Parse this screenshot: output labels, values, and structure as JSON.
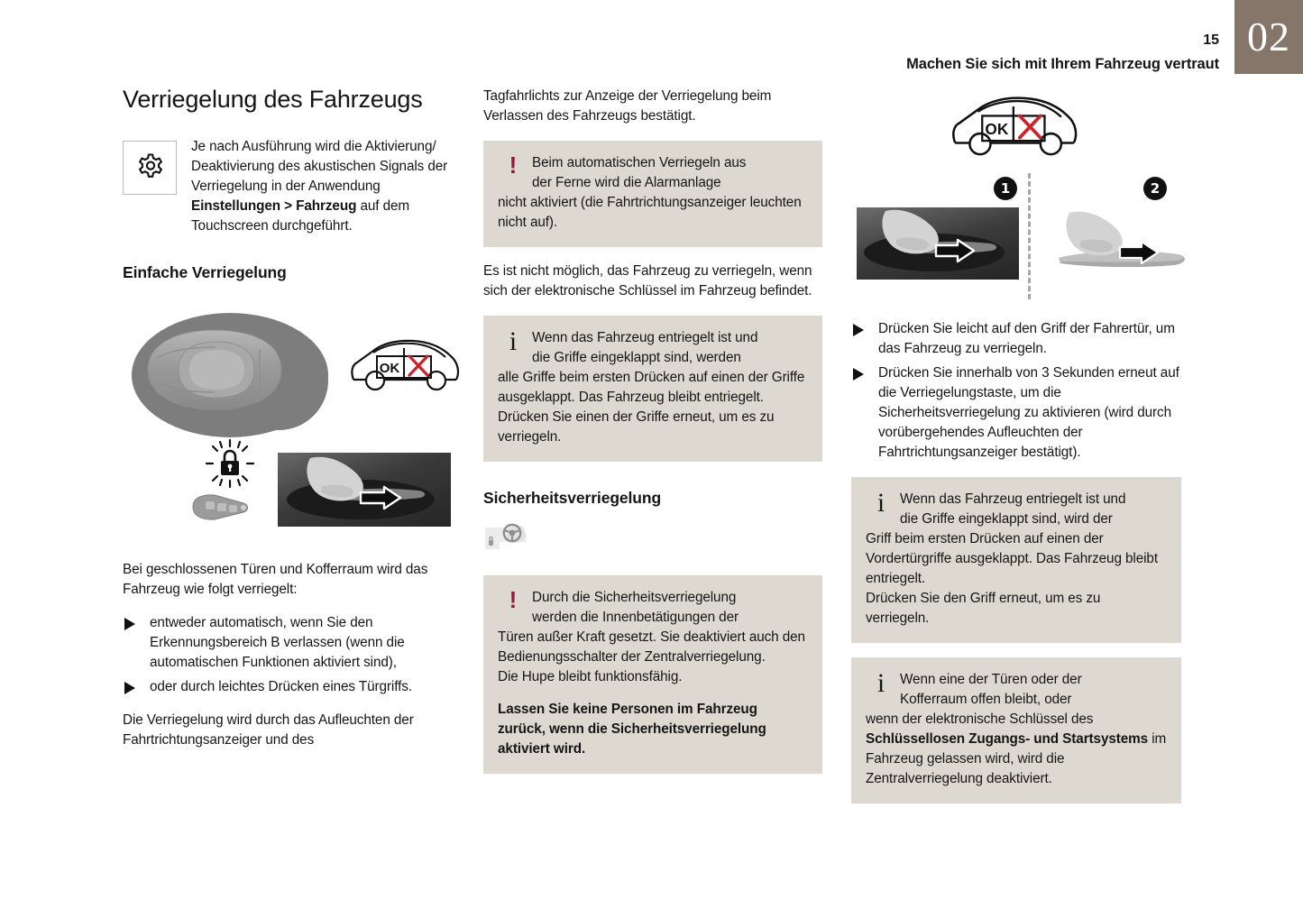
{
  "header": {
    "page_number": "15",
    "title": "Machen Sie sich mit Ihrem Fahrzeug vertraut",
    "chapter": "02",
    "chapter_color": "#857669"
  },
  "colors": {
    "callout_bg": "#ddd9d0",
    "warning_mark": "#99183c",
    "red_cross": "#cc2229"
  },
  "column1": {
    "title": "Verriegelung des Fahrzeugs",
    "settings_note": {
      "icon": "gear-icon",
      "text_before": "Je nach Ausführung wird die Aktivierung/ Deaktivierung des akustischen Signals der Verriegelung in der Anwendung ",
      "bold1": "Einstellungen > Fahrzeug",
      "text_after": " auf dem Touchscreen durchgeführt."
    },
    "subtitle": "Einfache Verriegelung",
    "figure": {
      "car_label_ok": "OK",
      "car_label_cross": "X"
    },
    "paragraph1": "Bei geschlossenen Türen und Kofferraum wird das Fahrzeug wie folgt verriegelt:",
    "bullets": [
      "entweder automatisch, wenn Sie den Erkennungsbereich B verlassen (wenn die automatischen Funktionen aktiviert sind),",
      "oder durch leichtes Drücken eines Türgriffs."
    ],
    "paragraph2": "Die Verriegelung wird durch das Aufleuchten der Fahrtrichtungsanzeiger und des"
  },
  "column2": {
    "paragraph1": "Tagfahrlichts zur Anzeige der Verriegelung beim Verlassen des Fahrzeugs bestätigt.",
    "warning1": {
      "mark": "!",
      "line1": "Beim automatischen Verriegeln aus",
      "line2": "der Ferne wird die Alarmanlage",
      "rest": "nicht aktiviert (die Fahrtrichtungsanzeiger leuchten nicht auf)."
    },
    "paragraph2": "Es ist nicht möglich, das Fahrzeug zu verriegeln, wenn sich der elektronische Schlüssel im Fahrzeug befindet.",
    "info1": {
      "mark": "i",
      "line1": "Wenn das Fahrzeug entriegelt ist und",
      "line2": "die Griffe eingeklappt sind, werden",
      "rest": "alle Griffe beim ersten Drücken auf einen der Griffe ausgeklappt. Das Fahrzeug bleibt entriegelt.",
      "rest2": "Drücken Sie einen der Griffe erneut, um es zu verriegeln."
    },
    "subtitle": "Sicherheitsverriegelung",
    "icon": "steering-wheel-lock-icon",
    "warning2": {
      "mark": "!",
      "line1": "Durch die Sicherheitsverriegelung",
      "line2": "werden die Innenbetätigungen der",
      "rest": "Türen außer Kraft gesetzt. Sie deaktiviert auch den Bedienungsschalter der Zentralverriegelung.",
      "rest2": "Die Hupe bleibt funktionsfähig.",
      "bold": "Lassen Sie keine Personen im Fahrzeug zurück, wenn die Sicherheitsverriegelung aktiviert wird."
    }
  },
  "column3": {
    "figure": {
      "car_label_ok": "OK",
      "car_label_cross": "X",
      "step1_badge": "1",
      "step2_badge": "2"
    },
    "bullets": [
      "Drücken Sie leicht auf den Griff der Fahrertür, um das Fahrzeug zu verriegeln.",
      "Drücken Sie innerhalb von 3 Sekunden erneut auf die Verriegelungstaste, um die Sicherheitsverriegelung zu aktivieren (wird durch vorübergehendes Aufleuchten der Fahrtrichtungsanzeiger bestätigt)."
    ],
    "info1": {
      "mark": "i",
      "line1": "Wenn das Fahrzeug entriegelt ist und",
      "line2": "die Griffe eingeklappt sind, wird der",
      "rest": "Griff beim ersten Drücken auf einen der Vordertürgriffe ausgeklappt. Das Fahrzeug bleibt entriegelt.",
      "rest2": "Drücken Sie den Griff erneut, um es zu verriegeln."
    },
    "info2": {
      "mark": "i",
      "line1": "Wenn eine der Türen oder der",
      "line2": "Kofferraum offen bleibt, oder",
      "rest_before": "wenn der elektronische Schlüssel des ",
      "bold": "Schlüssellosen Zugangs- und Startsystems",
      "rest_after": " im Fahrzeug gelassen wird, wird die Zentralverriegelung deaktiviert."
    }
  }
}
